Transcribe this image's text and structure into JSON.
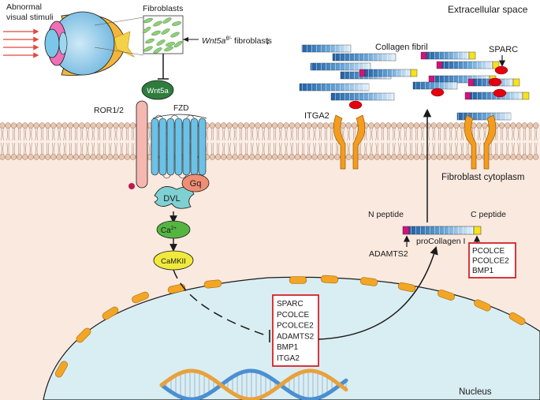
{
  "labels": {
    "extracellular_space": "Extracellular space",
    "abnormal_visual_stimuli_line1": "Abnormal",
    "abnormal_visual_stimuli_line2": "visual stimuli",
    "fibroblasts": "Fibroblasts",
    "wnt5a_fibroblasts_gene": "Wnt5a",
    "wnt5a_fibroblasts_superscript": "fl/-",
    "wnt5a_fibroblasts_suffix": " fibroblasts",
    "down_arrow_symbol": "↓",
    "wnt5a": "Wnt5a",
    "ror": "ROR1/2",
    "fzd": "FZD",
    "dvl": "DVL",
    "gq": "Gq",
    "ca": "Ca",
    "ca_superscript": "2+",
    "camkii": "CaMKII",
    "collagen_fibril": "Collagen fibril",
    "sparc_extracellular": "SPARC",
    "itga2": "ITGA2",
    "fibroblast_cytoplasm": "Fibroblast cytoplasm",
    "n_peptide": "N peptide",
    "c_peptide": "C peptide",
    "procollagen": "proCollagen I",
    "adamts2": "ADAMTS2",
    "nucleus": "Nucleus"
  },
  "c_peptide_box_genes": [
    "PCOLCE",
    "PCOLCE2",
    "BMP1"
  ],
  "nucleus_box_genes": [
    "SPARC",
    "PCOLCE",
    "PCOLCE2",
    "ADAMTS2",
    "BMP1",
    "ITGA2"
  ],
  "colors": {
    "membrane_head": "#e9c7b1",
    "cytoplasm": "#fae9df",
    "nucleus": "#d9eef3",
    "receptor_blue": "#6cc1e6",
    "ror_pink": "#f5b8b0",
    "wnt5a_green": "#2e7d3d",
    "dvl_teal": "#7fd0d2",
    "gq_salmon": "#ef8e74",
    "ca_green": "#55b541",
    "camkii_yellow": "#f0ea3c",
    "integrin_orange": "#f39c1e",
    "collagen_blue": "#3f86c2",
    "sparc_red": "#e3000f",
    "n_peptide_magenta": "#d1137a",
    "c_peptide_yellow": "#f7e21b",
    "box_red": "#d62027",
    "dna_orange": "#e9a13b",
    "dna_blue": "#4c8fd1"
  },
  "icons": [
    "eye-icon",
    "fibroblast-cells-icon",
    "dna-double-helix-icon",
    "membrane-bilayer-icon"
  ]
}
